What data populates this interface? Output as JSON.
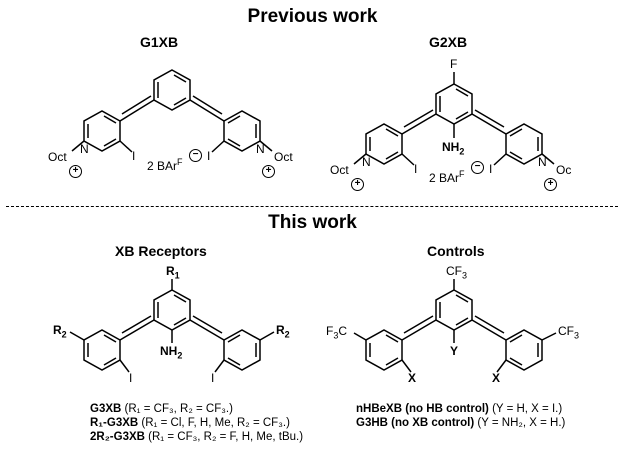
{
  "headings": {
    "previous": "Previous work",
    "this": "This work"
  },
  "previous": {
    "g1": {
      "name": "G1XB",
      "labels": {
        "oct_left": "Oct",
        "i_left": "I",
        "i_right": "I",
        "oct_right": "Oct",
        "n_left": "N",
        "n_right": "N",
        "counter": "2 BAr",
        "counter_sup": "F"
      }
    },
    "g2": {
      "name": "G2XB",
      "labels": {
        "f_top": "F",
        "nh2": "NH",
        "nh2_sub": "2",
        "oct_left": "Oct",
        "i_left": "I",
        "i_right": "I",
        "oct_right": "Oc",
        "n_left": "N",
        "n_right": "N",
        "counter": "2 BAr",
        "counter_sup": "F"
      }
    }
  },
  "this": {
    "xb": {
      "heading": "XB Receptors",
      "labels": {
        "r1": "R",
        "r1_sub": "1",
        "r2_left": "R",
        "r2_left_sub": "2",
        "r2_right": "R",
        "r2_right_sub": "2",
        "nh2": "NH",
        "nh2_sub": "2",
        "i_left": "I",
        "i_right": "I"
      },
      "captions": [
        {
          "name": "G3XB",
          "text": " (R₁ = CF₃, R₂ = CF₃.)"
        },
        {
          "name": "R₁-G3XB",
          "text": " (R₁ = Cl, F, H, Me, R₂ = CF₃.)"
        },
        {
          "name": "2R₂-G3XB",
          "text": " (R₁ = CF₃, R₂ = F, H, Me, tBu.)"
        }
      ]
    },
    "controls": {
      "heading": "Controls",
      "labels": {
        "cf3_top": "CF",
        "cf3_top_sub": "3",
        "cf3_left": "F",
        "cf3_left_sub": "3",
        "cf3_left_c": "C",
        "cf3_right": "CF",
        "cf3_right_sub": "3",
        "y": "Y",
        "x_left": "X",
        "x_right": "X"
      },
      "captions": [
        {
          "name": "nHBeXB (no HB control)",
          "text": " (Y = H, X = I.)"
        },
        {
          "name": "G3HB (no XB control)",
          "text": " (Y = NH₂, X = H.)"
        }
      ]
    }
  }
}
